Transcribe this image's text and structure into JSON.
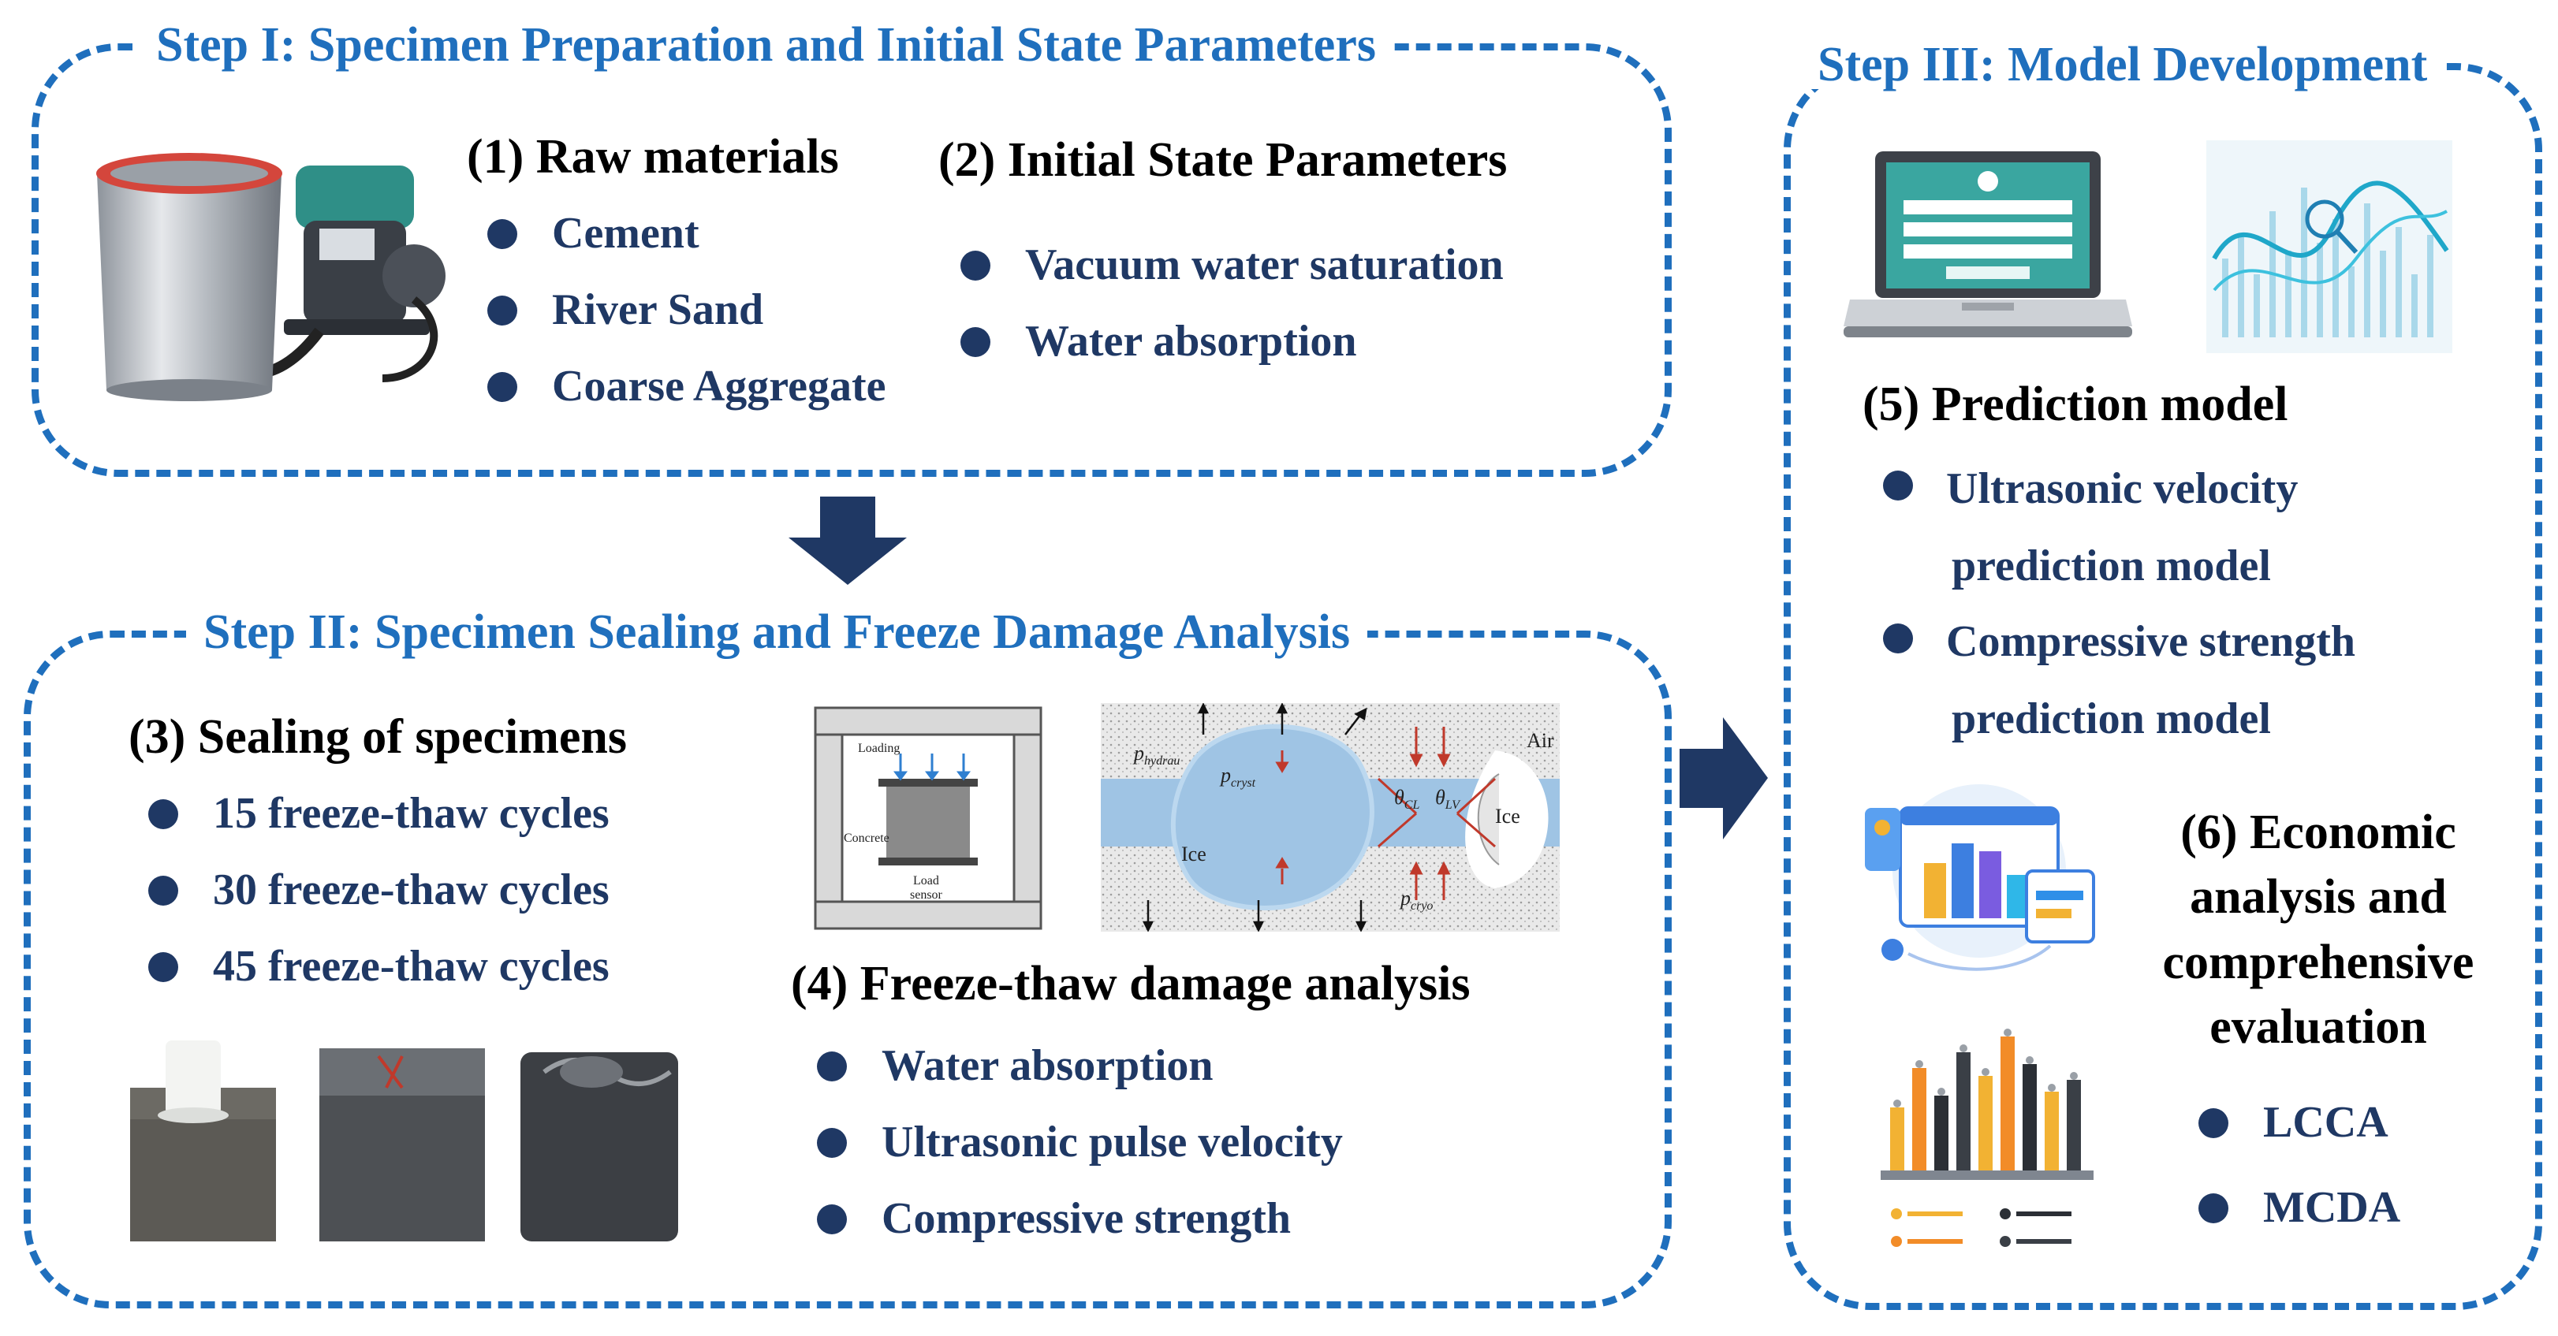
{
  "step1": {
    "title": "Step I: Specimen Preparation and Initial State Parameters",
    "raw_materials": {
      "title": "(1) Raw materials",
      "items": [
        "Cement",
        "River Sand",
        "Coarse Aggregate"
      ]
    },
    "initial_state": {
      "title": "(2) Initial State Parameters",
      "items": [
        "Vacuum water saturation",
        "Water absorption"
      ]
    }
  },
  "step2": {
    "title": "Step II: Specimen Sealing and Freeze Damage Analysis",
    "sealing": {
      "title": "(3) Sealing of specimens",
      "items": [
        "15 freeze-thaw cycles",
        "30 freeze-thaw cycles",
        "45 freeze-thaw cycles"
      ]
    },
    "damage": {
      "title": "(4) Freeze-thaw damage analysis",
      "items": [
        "Water absorption",
        "Ultrasonic pulse velocity",
        "Compressive strength"
      ]
    },
    "loading_labels": {
      "loading": "Loading",
      "concrete": "Concrete",
      "load_sensor_1": "Load",
      "load_sensor_2": "sensor"
    },
    "pore_labels": {
      "p_hydrau": "p",
      "p_hydrau_sub": "hydrau",
      "p_cryst": "p",
      "p_cryst_sub": "cryst",
      "p_cryo": "p",
      "p_cryo_sub": "cryo",
      "theta_cl": "θ",
      "theta_cl_sub": "CL",
      "theta_lv": "θ",
      "theta_lv_sub": "LV",
      "ice_left": "Ice",
      "ice_right": "Ice",
      "air": "Air"
    }
  },
  "step3": {
    "title": "Step III: Model Development",
    "prediction": {
      "title": "(5) Prediction model",
      "item1_line1": "Ultrasonic velocity",
      "item1_line2": "prediction model",
      "item2_line1": "Compressive strength",
      "item2_line2": "prediction model"
    },
    "economic": {
      "title_line1": "(6) Economic",
      "title_line2": "analysis and",
      "title_line3": "comprehensive",
      "title_line4": "evaluation",
      "items": [
        "LCCA",
        "MCDA"
      ]
    }
  },
  "colors": {
    "border": "#1f6fbd",
    "step_title": "#1f6fbd",
    "bullet_text": "#1f3864",
    "arrow": "#1f3864"
  }
}
